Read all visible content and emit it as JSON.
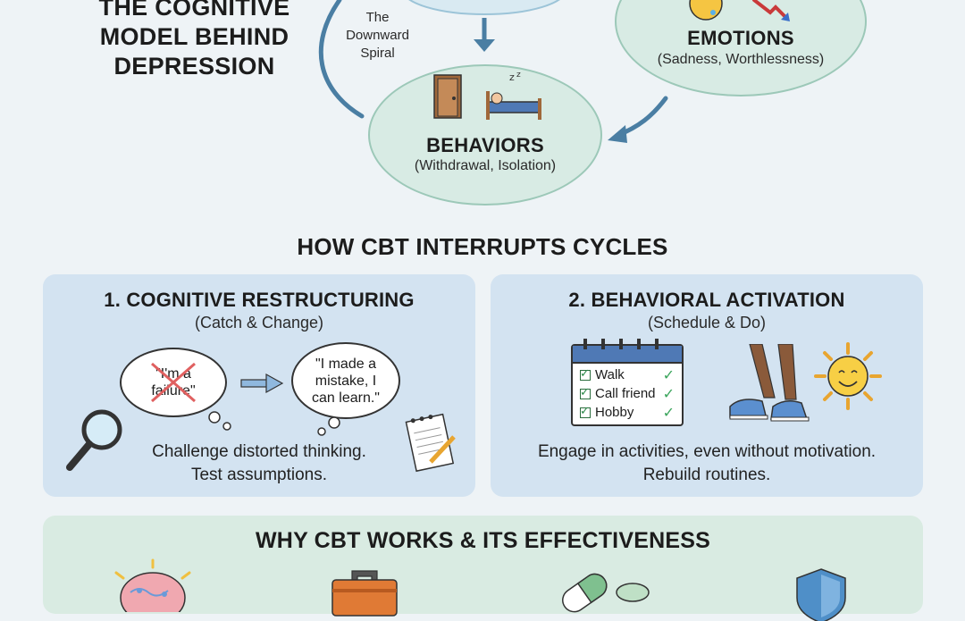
{
  "title": {
    "line1": "THE COGNITIVE",
    "line2": "MODEL BEHIND",
    "line3": "DEPRESSION"
  },
  "spiral_label": {
    "line1": "The",
    "line2": "Downward",
    "line3": "Spiral"
  },
  "cycle": {
    "emotions": {
      "title": "EMOTIONS",
      "subtitle": "(Sadness, Worthlessness)"
    },
    "behaviors": {
      "title": "BEHAVIORS",
      "subtitle": "(Withdrawal, Isolation)"
    }
  },
  "section_interrupt": "HOW CBT INTERRUPTS CYCLES",
  "panel1": {
    "title": "1. COGNITIVE RESTRUCTURING",
    "subtitle": "(Catch & Change)",
    "negative_thought": "\"I'm a failure\"",
    "positive_thought": "\"I made a mistake, I can learn.\"",
    "desc_line1": "Challenge distorted thinking.",
    "desc_line2": "Test assumptions."
  },
  "panel2": {
    "title": "2. BEHAVIORAL ACTIVATION",
    "subtitle": "(Schedule & Do)",
    "schedule": [
      "Walk",
      "Call friend",
      "Hobby"
    ],
    "desc_line1": "Engage in activities, even without motivation.",
    "desc_line2": "Rebuild routines."
  },
  "section_why": "WHY CBT WORKS & ITS EFFECTIVENESS",
  "icons": {
    "top_ellipse": "thought-ellipse",
    "emotion": "sad-face-icon",
    "emotion_arrow": "down-arrow-icon",
    "door": "door-icon",
    "bed": "sleeping-bed-icon",
    "magnifier": "magnifying-glass-icon",
    "notepad": "notepad-icon",
    "calendar": "calendar-icon",
    "shoes": "tying-shoes-icon",
    "sun": "smiling-sun-icon",
    "brain": "brain-icon",
    "toolbox": "toolbox-icon",
    "pill": "pill-icon",
    "shield": "shield-icon"
  },
  "colors": {
    "background": "#eef3f6",
    "node_fill": "#d8ebe4",
    "node_border": "#9cc8b8",
    "arrow": "#4a7ea3",
    "panel_blue": "#d3e3f1",
    "panel_green": "#d9ebe2"
  }
}
